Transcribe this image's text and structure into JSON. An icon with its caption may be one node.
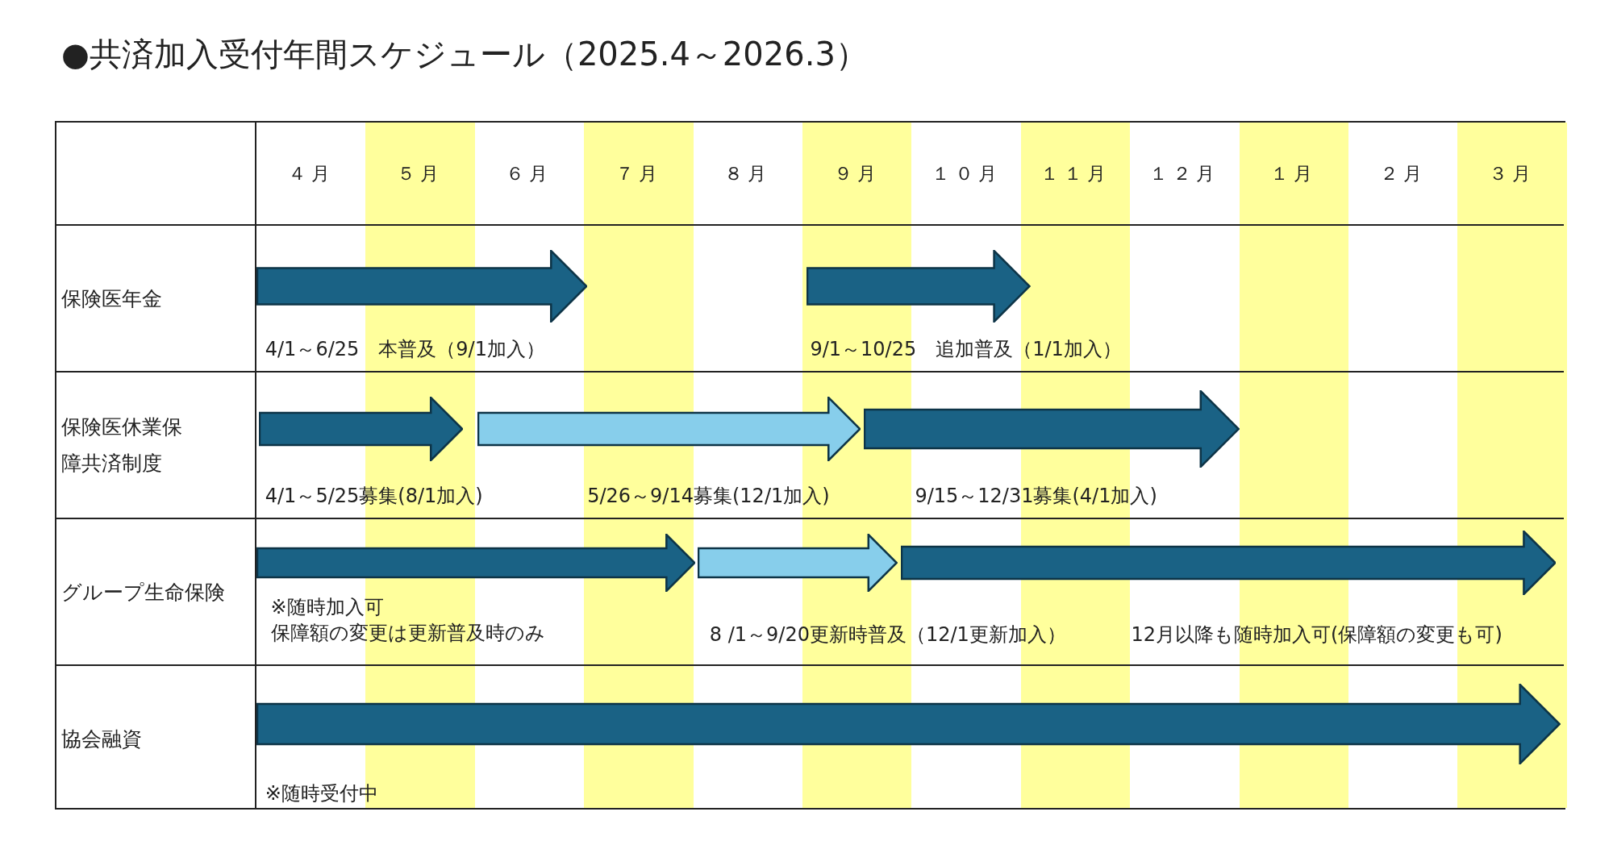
{
  "diagram": {
    "title": "●共済加入受付年間スケジュール（2025.4～2026.3）",
    "nodes": [
      {
        "text": [
          "保険医年金"
        ]
      },
      {
        "text": [],
        "shape": "bar",
        "in": 0,
        "beside": [
          "4/1～6/25　本普及（9/1加入）"
        ]
      },
      {
        "text": [],
        "shape": "bar",
        "in": 0,
        "beside": [
          "9/1～10/25　追加普及（1/1加入）"
        ]
      },
      {
        "text": [
          "保険医休業保障共済制度"
        ]
      },
      {
        "text": [],
        "shape": "bar",
        "in": 3,
        "beside": [
          "4/1～5/25募集(8/1加入)"
        ]
      },
      {
        "text": [],
        "shape": "bar",
        "in": 3,
        "beside": [
          "5/26～9/14募集(12/1加入)"
        ]
      },
      {
        "text": [],
        "shape": "bar",
        "in": 3,
        "beside": [
          "9/15～12/31募集(4/1加入)"
        ]
      },
      {
        "text": [
          "グループ生命保険"
        ]
      },
      {
        "text": [],
        "shape": "bar",
        "in": 7,
        "beside": [
          "※随時加入可",
          "保障額の変更は更新普及時のみ"
        ]
      },
      {
        "text": [],
        "shape": "bar",
        "in": 7,
        "beside": [
          "8 /1～9/20更新時普及（12/1更新加入）"
        ]
      },
      {
        "text": [],
        "shape": "bar",
        "in": 7,
        "beside": [
          "12月以降も随時加入可(保障額の変更も可)"
        ]
      },
      {
        "text": [
          "協会融資"
        ]
      },
      {
        "text": [],
        "shape": "bar",
        "in": 11,
        "beside": [
          "※随時受付中"
        ]
      }
    ],
    "labels": [
      "４月",
      "５月",
      "６月",
      "７月",
      "８月",
      "９月",
      "１０月",
      "１１月",
      "１２月",
      "１月",
      "２月",
      "３月"
    ]
  }
}
